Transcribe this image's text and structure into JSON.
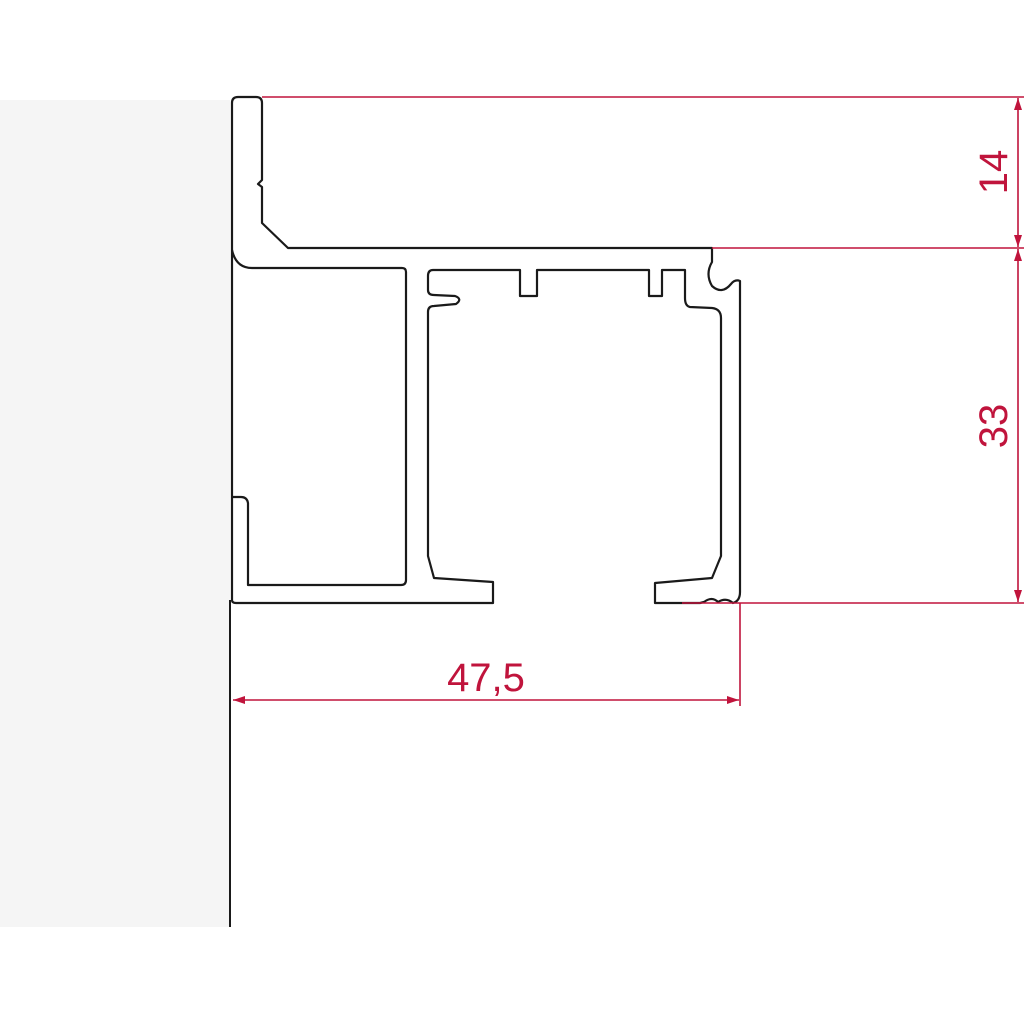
{
  "colors": {
    "dimension": "#c0143c",
    "profile": "#1a1a1a",
    "wall": "#f5f5f5"
  },
  "dimensions": {
    "top_height": "14",
    "body_height": "33",
    "width": "47,5"
  }
}
